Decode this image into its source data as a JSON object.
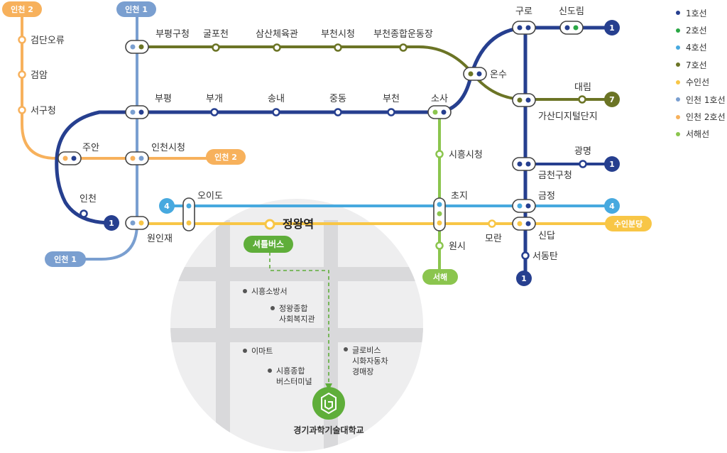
{
  "colors": {
    "line1": "#263f8f",
    "line2": "#2aa745",
    "line4": "#47a9df",
    "line7": "#6b7425",
    "suin": "#f8c646",
    "incheon1": "#7a9fd0",
    "incheon2": "#f7b15c",
    "seohae": "#8bc54e",
    "area": "#eeeeef",
    "road": "#d9d9db",
    "shuttle": "#5fae3a"
  },
  "legend": [
    {
      "label": "1호선",
      "color": "#263f8f"
    },
    {
      "label": "2호선",
      "color": "#2aa745"
    },
    {
      "label": "4호선",
      "color": "#47a9df"
    },
    {
      "label": "7호선",
      "color": "#6b7425"
    },
    {
      "label": "수인선",
      "color": "#f8c646"
    },
    {
      "label": "인천 1호선",
      "color": "#7a9fd0"
    },
    {
      "label": "인천 2호선",
      "color": "#f7b15c"
    },
    {
      "label": "서해선",
      "color": "#8bc54e"
    }
  ],
  "pills": {
    "incheon2_top": "인천 2",
    "incheon1_top": "인천 1",
    "incheon2_mid": "인천 2",
    "incheon1_bottom": "인천 1",
    "line1_incheon": "1",
    "line1_sindorim": "1",
    "line7_end": "7",
    "line1_geumcheon": "1",
    "line4_left": "4",
    "line4_right": "4",
    "suin_end": "수인분당",
    "line1_bottom": "1",
    "seohae_end": "서해"
  },
  "stations": {
    "geomdan": "검단오류",
    "geomam": "검암",
    "seogu": "서구청",
    "bupyeong_gu": "부평구청",
    "gulpo": "굴포천",
    "samsan": "삼산체육관",
    "bucheon_city": "부천시청",
    "bucheon_stadium": "부천종합운동장",
    "guro": "구로",
    "sindorim": "신도림",
    "onsu": "온수",
    "daerim": "대림",
    "gasan": "가산디지털단지",
    "bupyeong": "부평",
    "bugae": "부개",
    "songnae": "송내",
    "jungdong": "중동",
    "bucheon": "부천",
    "sosa": "소사",
    "juan": "주안",
    "incheon_city": "인천시청",
    "siheung_city": "시흥시청",
    "gwangmyeong": "광명",
    "geumcheon": "금천구청",
    "incheon": "인천",
    "oido": "오이도",
    "choji": "초지",
    "geumjeong": "금정",
    "wonin": "원인재",
    "jeongwang": "정왕역",
    "moran": "모란",
    "sindap": "신답",
    "wonsi": "원시",
    "seodongtan": "서동탄"
  },
  "area": {
    "shuttle": "셔틀버스",
    "poi_fire": "시흥소방서",
    "poi_welfare_1": "정왕종합",
    "poi_welfare_2": "사회복지관",
    "poi_emart": "이마트",
    "poi_glovis_1": "글로비스",
    "poi_glovis_2": "시화자동차",
    "poi_glovis_3": "경매장",
    "poi_terminal_1": "시흥종합",
    "poi_terminal_2": "버스터미널",
    "school": "경기과학기술대학교"
  }
}
